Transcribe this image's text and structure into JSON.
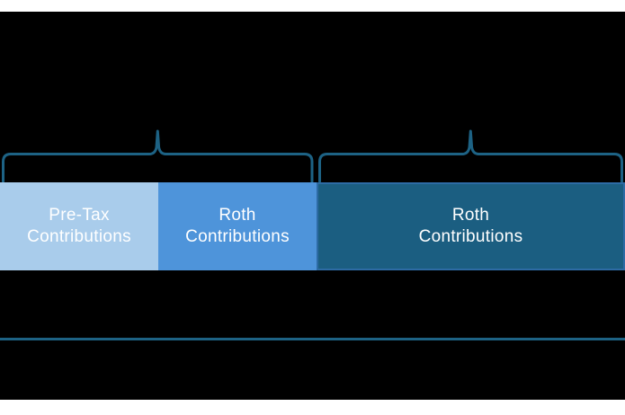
{
  "colors": {
    "page_margin": "#ffffff",
    "background": "#000000",
    "brace": "#1d6284",
    "baseline_rule": "#1d6284",
    "bar_pretax_fill": "#a9cceb",
    "bar_roth_light_fill": "#4e94da",
    "bar_roth_dark_fill": "#1b5e81",
    "bar_roth_dark_border": "#2d6ba4",
    "bar_label_text": "#ffffff"
  },
  "shapes": {
    "left_brace": "curly-brace-tip-up",
    "right_brace": "curly-brace-tip-up",
    "baseline": "horizontal-rule"
  },
  "diagram": {
    "bars": [
      {
        "id": "pretax-contributions",
        "label_line1": "Pre-Tax",
        "label_line2": "Contributions"
      },
      {
        "id": "roth-contributions-light",
        "label_line1": "Roth",
        "label_line2": "Contributions"
      },
      {
        "id": "roth-contributions-dark",
        "label_line1": "Roth",
        "label_line2": "Contributions"
      }
    ]
  }
}
